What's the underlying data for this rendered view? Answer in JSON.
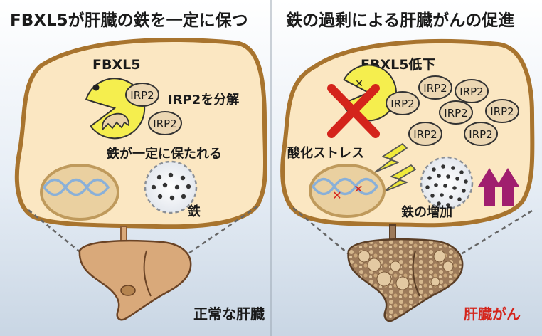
{
  "panels": {
    "left": {
      "title": "FBXL5が肝臓の鉄を一定に保つ",
      "protein_label": "FBXL5",
      "irp2_label": "IRP2",
      "degrade_label": "IRP2を分解",
      "iron_constant_label": "鉄が一定に保たれる",
      "iron_label": "鉄",
      "liver_caption": "正常な肝臓"
    },
    "right": {
      "title": "鉄の過剰による肝臓がんの促進",
      "protein_label": "FBXL5低下",
      "irp2_label": "IRP2",
      "stress_label": "酸化ストレス",
      "iron_increase_label": "鉄の増加",
      "liver_caption": "肝臓がん"
    }
  },
  "colors": {
    "cell_fill": "#fbe7c2",
    "cell_border": "#a8742e",
    "pacman": "#f5ee4e",
    "cross": "#d4241b",
    "dna": "#8ab0d8",
    "arrow": "#a01e6e",
    "lightning": "#efe93a",
    "liver_normal": "#d9a97a",
    "liver_cancer": "#9c7a5a",
    "cancer_caption": "#d4241b"
  },
  "icons": {
    "degradation": "pacman-icon",
    "inhibition": "red-cross-icon",
    "stress": "lightning-icon",
    "increase": "up-arrow-icon"
  }
}
